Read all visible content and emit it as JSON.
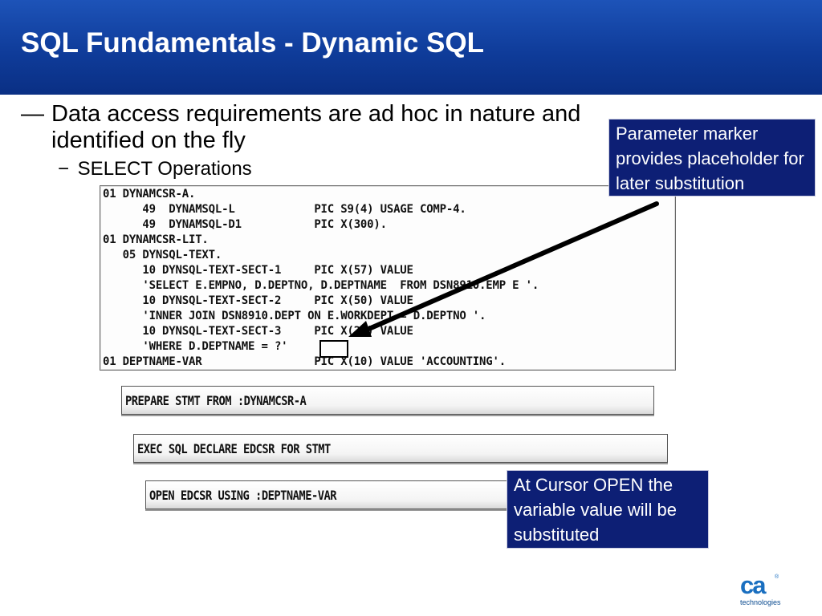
{
  "slide": {
    "title": "SQL Fundamentals - Dynamic SQL",
    "bullet_dash": "—",
    "bullet_text": "Data access requirements are ad hoc in nature and identified on the fly",
    "sub_dash": "−",
    "sub_bullet": "SELECT Operations"
  },
  "code": {
    "lines": [
      "01 DYNAMCSR-A.",
      "      49  DYNAMSQL-L            PIC S9(4) USAGE COMP-4.",
      "      49  DYNAMSQL-D1           PIC X(300).",
      "01 DYNAMCSR-LIT.",
      "   05 DYNSQL-TEXT.",
      "      10 DYNSQL-TEXT-SECT-1     PIC X(57) VALUE",
      "      'SELECT E.EMPNO, D.DEPTNO, D.DEPTNAME  FROM DSN8910.EMP E '.",
      "      10 DYNSQL-TEXT-SECT-2     PIC X(50) VALUE",
      "      'INNER JOIN DSN8910.DEPT ON E.WORKDEPT = D.DEPTNO '.",
      "      10 DYNSQL-TEXT-SECT-3     PIC X(20) VALUE",
      "      'WHERE D.DEPTNAME = ?'",
      "01 DEPTNAME-VAR                 PIC X(10) VALUE 'ACCOUNTING'."
    ]
  },
  "statements": {
    "prepare": "PREPARE STMT FROM :DYNAMCSR-A",
    "declare": "EXEC SQL DECLARE EDCSR FOR STMT",
    "open": "OPEN EDCSR USING :DEPTNAME-VAR"
  },
  "callouts": {
    "parameter_marker": "Parameter marker provides placeholder for later substitution",
    "cursor_open": "At Cursor OPEN the variable value will be substituted"
  },
  "logo": {
    "mark": "ca",
    "reg": "®",
    "subtitle": "technologies"
  },
  "colors": {
    "header": "#0f3c9a",
    "callout_bg": "#0d1f75",
    "logo": "#1a6fc0"
  }
}
